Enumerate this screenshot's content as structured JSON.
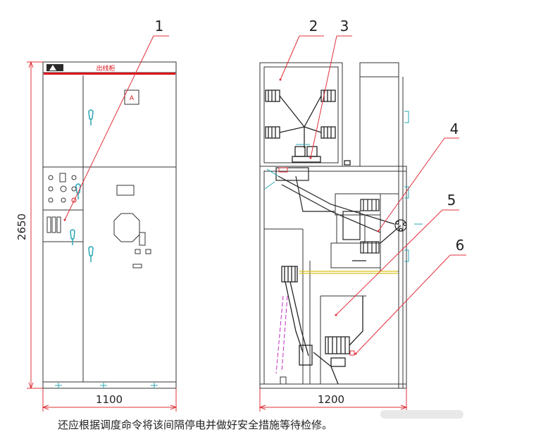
{
  "front_view": {
    "title": "出线柜",
    "meter_label": "A",
    "dimension_height": "2650",
    "dimension_width": "1100"
  },
  "side_view": {
    "dimension_width": "1200"
  },
  "callouts": [
    "1",
    "2",
    "3",
    "4",
    "5",
    "6"
  ],
  "caption": "还应根据调度命令将该间隔停电并做好安全措施等待检修。"
}
